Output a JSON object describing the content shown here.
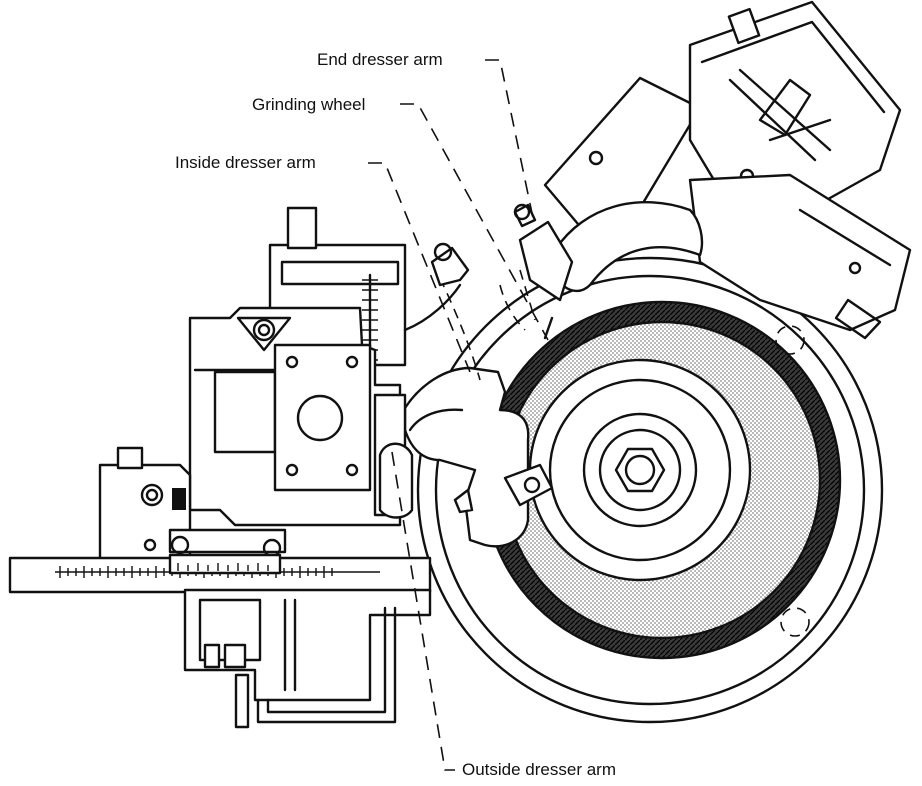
{
  "callouts": {
    "end_dresser_arm": "End dresser arm",
    "grinding_wheel": "Grinding wheel",
    "inside_dresser_arm": "Inside dresser arm",
    "outside_dresser_arm": "Outside dresser arm"
  },
  "colors": {
    "ink": "#111111",
    "wheel_shading": "#cfcfcf",
    "background": "#ffffff"
  }
}
